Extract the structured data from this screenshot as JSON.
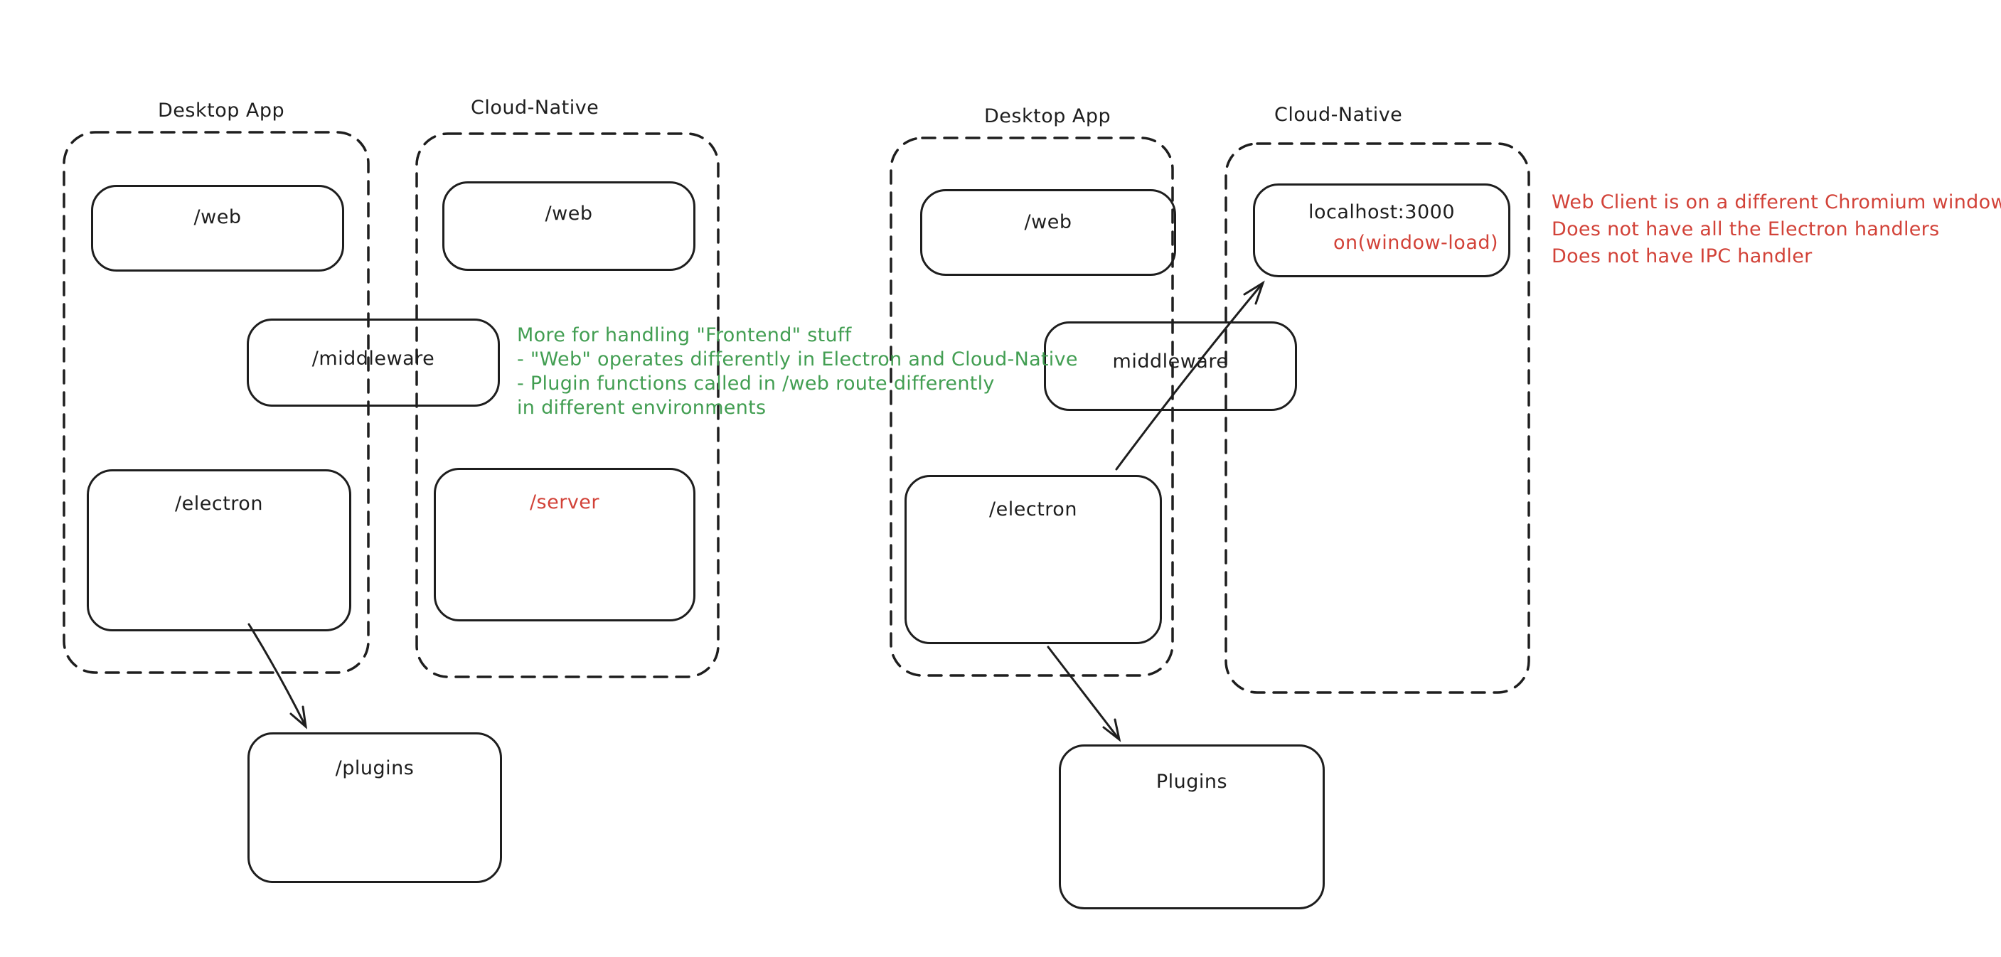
{
  "colors": {
    "ink": "#1e1e1e",
    "green": "#429e52",
    "red": "#d24238",
    "canvas": "#ffffff"
  },
  "left_diagram": {
    "desktop_label": "Desktop App",
    "cloud_label": "Cloud-Native",
    "web_desktop": "/web",
    "web_cloud": "/web",
    "middleware": "/middleware",
    "electron": "/electron",
    "server": "/server",
    "plugins": "/plugins"
  },
  "right_diagram": {
    "desktop_label": "Desktop App",
    "cloud_label": "Cloud-Native",
    "web": "/web",
    "localhost": "localhost:3000",
    "window_load": "on(window-load)",
    "middleware": "middleware",
    "electron": "/electron",
    "plugins": "Plugins"
  },
  "notes": {
    "green": {
      "lines": [
        "More for handling \"Frontend\" stuff",
        "- \"Web\" operates differently in Electron and Cloud-Native",
        "- Plugin functions called in /web route differently",
        "in different environments"
      ]
    },
    "red": {
      "lines": [
        "Web Client is on a different Chromium window",
        "Does not have all the Electron handlers",
        "Does not have IPC handler"
      ]
    }
  }
}
